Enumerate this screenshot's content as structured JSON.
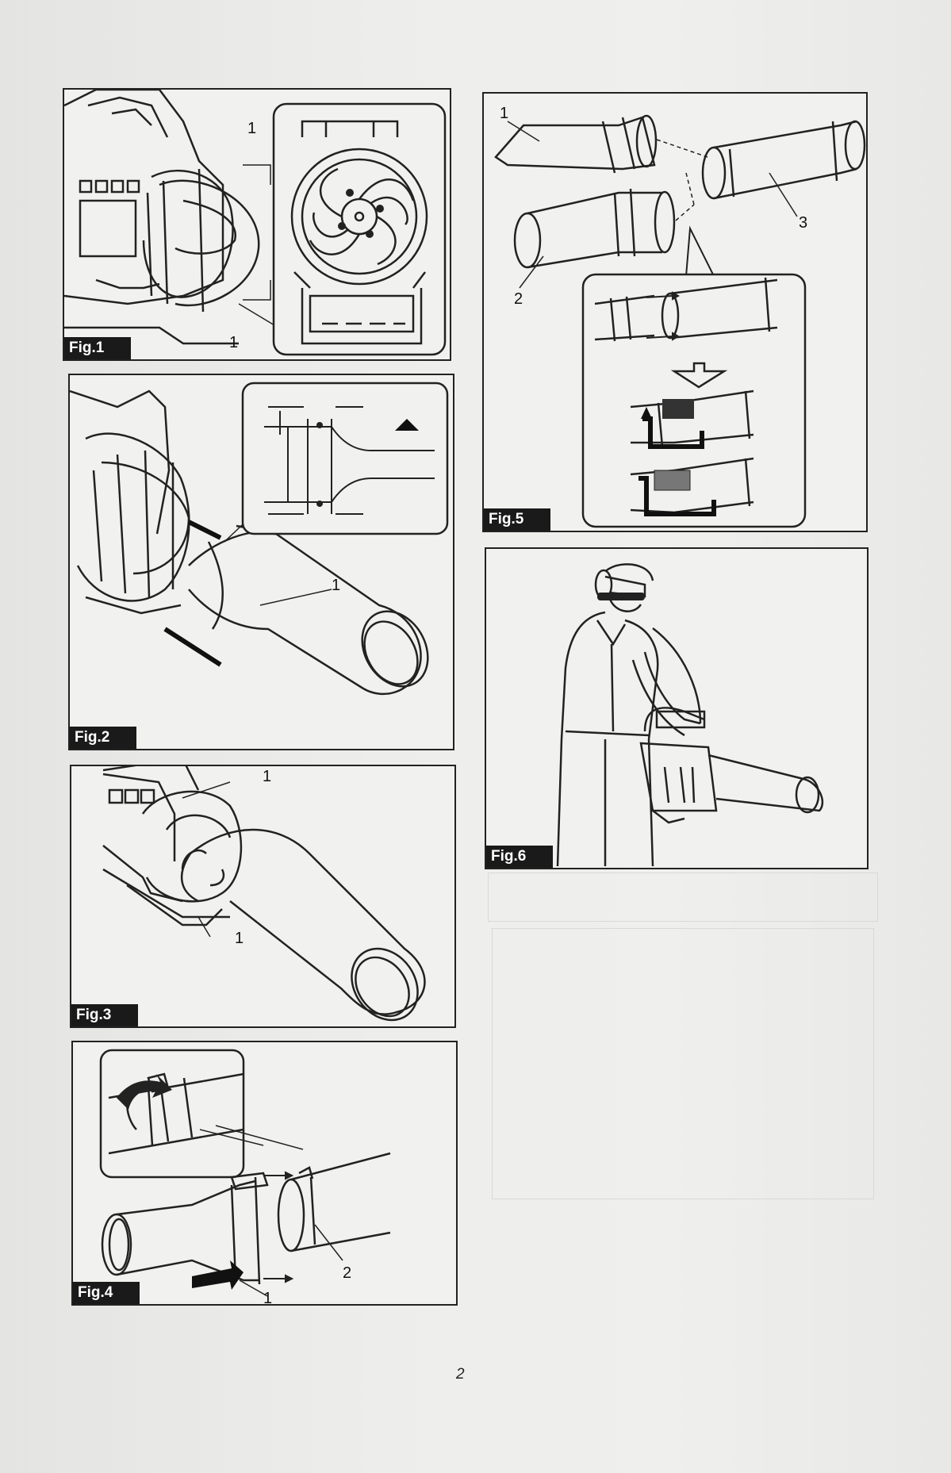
{
  "page": {
    "number": "2"
  },
  "figures": [
    {
      "label": "Fig.1",
      "callouts": [
        "1",
        "1"
      ]
    },
    {
      "label": "Fig.2",
      "callouts": [
        "1"
      ]
    },
    {
      "label": "Fig.3",
      "callouts": [
        "1",
        "1"
      ]
    },
    {
      "label": "Fig.4",
      "callouts": [
        "1",
        "2"
      ]
    },
    {
      "label": "Fig.5",
      "callouts": [
        "1",
        "2",
        "3"
      ]
    },
    {
      "label": "Fig.6",
      "callouts": []
    }
  ]
}
